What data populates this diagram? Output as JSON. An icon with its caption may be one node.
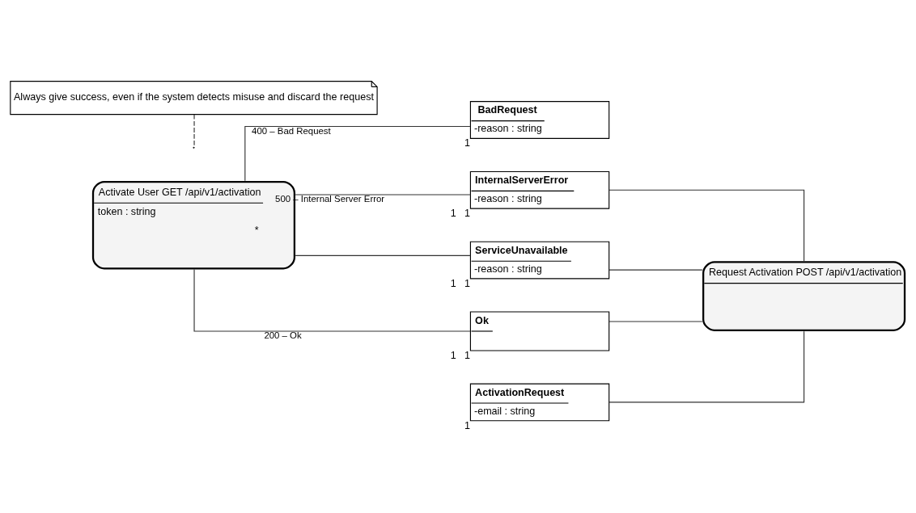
{
  "diagram": {
    "nodes": [
      {
        "text": [
          "Activate User GET /api/v1/activation",
          "token : string",
          "*"
        ]
      },
      {
        "text": [
          "Request Activation POST /api/v1/activation"
        ]
      },
      {
        "text": [
          "ActivationRequest",
          "-email : string"
        ],
        "beside": [
          "1"
        ]
      },
      {
        "text": [
          "BadRequest",
          "-reason : string"
        ],
        "beside": [
          "1"
        ]
      },
      {
        "text": [
          "InternalServerError",
          "-reason : string"
        ],
        "beside": [
          "1",
          "1"
        ]
      },
      {
        "text": [
          "ServiceUnavailable",
          "-reason : string"
        ],
        "beside": [
          "1",
          "1"
        ]
      },
      {
        "text": [
          "Ok"
        ],
        "beside": [
          "1",
          "1"
        ]
      },
      {
        "text": [
          "Always give success, even if the system detects misuse and discard the request"
        ]
      }
    ],
    "edges": [
      {
        "from": 0,
        "to": 3,
        "arrow": "none",
        "label": "400 – Bad Request"
      },
      {
        "from": 0,
        "to": 4,
        "arrow": "none",
        "label": "500 – Internal Server Error"
      },
      {
        "from": 0,
        "to": 5,
        "arrow": "none"
      },
      {
        "from": 0,
        "to": 6,
        "arrow": "none",
        "label": "200 – Ok"
      },
      {
        "from": 2,
        "to": 1,
        "arrow": "none"
      },
      {
        "from": 4,
        "to": 1,
        "arrow": "none"
      },
      {
        "from": 5,
        "to": 1,
        "arrow": "none"
      },
      {
        "from": 6,
        "to": 1,
        "arrow": "none"
      },
      {
        "from": 7,
        "to": null,
        "arrow": "none",
        "style": "dashed"
      }
    ]
  }
}
